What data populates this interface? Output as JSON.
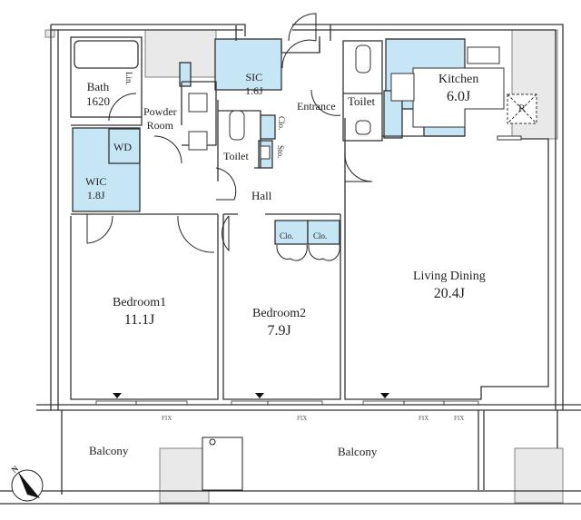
{
  "colors": {
    "wall": "#333333",
    "storage_fill": "#c7e6f5",
    "column_fill": "#e8e9e8",
    "background": "#ffffff"
  },
  "rooms": {
    "bath": {
      "name": "Bath",
      "size": "1620"
    },
    "linen": {
      "name": "Lin."
    },
    "powder_room": {
      "name": "Powder\nRoom",
      "name_line1": "Powder",
      "name_line2": "Room"
    },
    "wd": {
      "name": "WD"
    },
    "wic": {
      "name": "WIC",
      "size": "1.8J"
    },
    "sic": {
      "name": "SIC",
      "size": "1.6J"
    },
    "entrance": {
      "name": "Entrance"
    },
    "closet_entrance": {
      "name": "Clo."
    },
    "storage_entrance": {
      "name": "Sto."
    },
    "toilet_1": {
      "name": "Toilet"
    },
    "toilet_2": {
      "name": "Toilet"
    },
    "hall": {
      "name": "Hall"
    },
    "kitchen": {
      "name": "Kitchen",
      "size": "6.0J"
    },
    "refrigerator": {
      "name": "R"
    },
    "bedroom1": {
      "name": "Bedroom1",
      "size": "11.1J"
    },
    "bedroom2": {
      "name": "Bedroom2",
      "size": "7.9J"
    },
    "bedroom2_closets": [
      {
        "name": "Clo."
      },
      {
        "name": "Clo."
      }
    ],
    "living_dining": {
      "name": "Living Dining",
      "size": "20.4J"
    },
    "balcony_left": {
      "name": "Balcony"
    },
    "balcony_right": {
      "name": "Balcony"
    }
  },
  "windows": {
    "fix_labels": [
      "FIX",
      "FIX",
      "FIX",
      "FIX"
    ]
  },
  "compass": {
    "label": "N"
  }
}
